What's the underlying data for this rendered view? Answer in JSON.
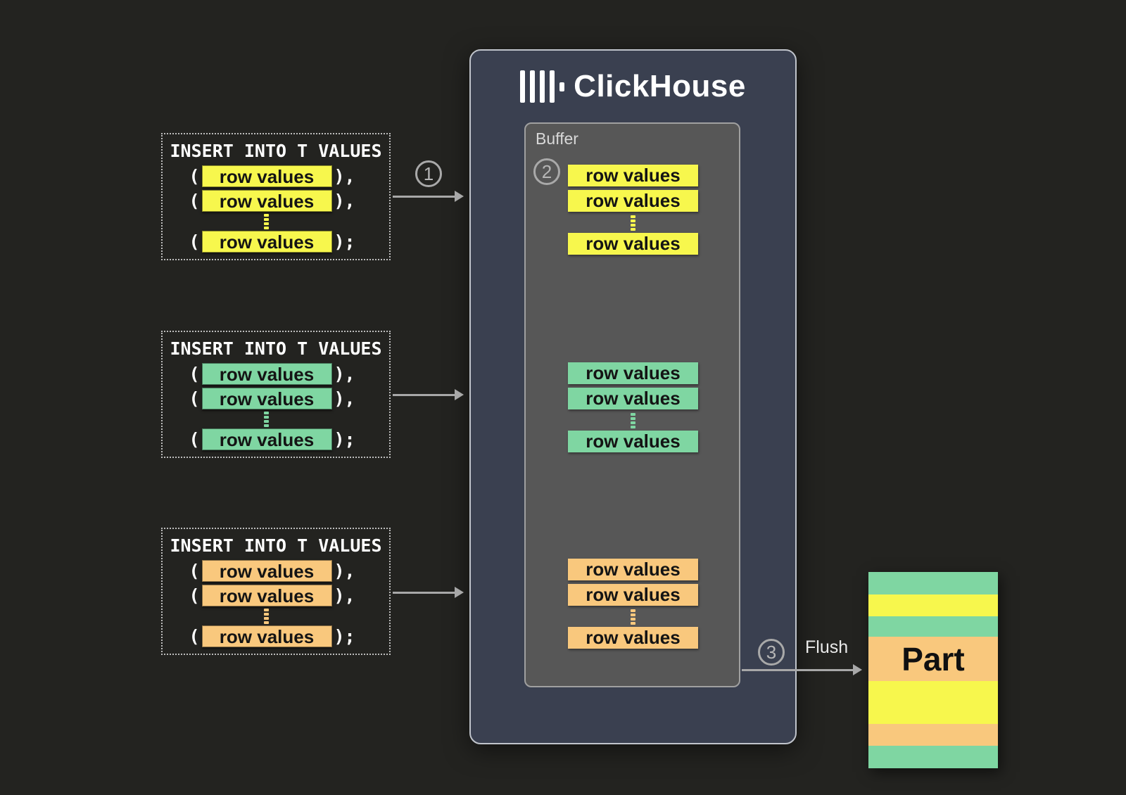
{
  "colors": {
    "bg": "#232320",
    "panel-bg": "#3a4050",
    "panel-border": "#c0c4cb",
    "buffer-bg": "#575757",
    "buffer-border": "#a0a0a0",
    "yellow": "#f7f74d",
    "green": "#7fd6a2",
    "orange": "#f9c87d",
    "arrow": "#a8a8a8"
  },
  "icons": {
    "logo": "clickhouse-bars-logo"
  },
  "clickhouse": {
    "title": "ClickHouse"
  },
  "buffer": {
    "label": "Buffer",
    "groups": [
      {
        "color": "yellow",
        "rows": [
          "row values",
          "row values",
          "row values"
        ]
      },
      {
        "color": "green",
        "rows": [
          "row values",
          "row values",
          "row values"
        ]
      },
      {
        "color": "orange",
        "rows": [
          "row values",
          "row values",
          "row values"
        ]
      }
    ]
  },
  "insert_boxes": [
    {
      "title": "INSERT INTO T VALUES",
      "color": "yellow",
      "rows": [
        {
          "open": "(",
          "label": "row values",
          "close": "),"
        },
        {
          "open": "(",
          "label": "row values",
          "close": "),"
        },
        {
          "open": "(",
          "label": "row values",
          "close": ");"
        }
      ]
    },
    {
      "title": "INSERT INTO T VALUES",
      "color": "green",
      "rows": [
        {
          "open": "(",
          "label": "row values",
          "close": "),"
        },
        {
          "open": "(",
          "label": "row values",
          "close": "),"
        },
        {
          "open": "(",
          "label": "row values",
          "close": ");"
        }
      ]
    },
    {
      "title": "INSERT INTO T VALUES",
      "color": "orange",
      "rows": [
        {
          "open": "(",
          "label": "row values",
          "close": "),"
        },
        {
          "open": "(",
          "label": "row values",
          "close": "),"
        },
        {
          "open": "(",
          "label": "row values",
          "close": ");"
        }
      ]
    }
  ],
  "steps": {
    "one": "1",
    "two": "2",
    "three": "3"
  },
  "flush": {
    "label": "Flush"
  },
  "part": {
    "label": "Part",
    "stripes": [
      "green",
      "yellow",
      "green",
      "orange",
      "yellow",
      "orange",
      "green"
    ]
  }
}
